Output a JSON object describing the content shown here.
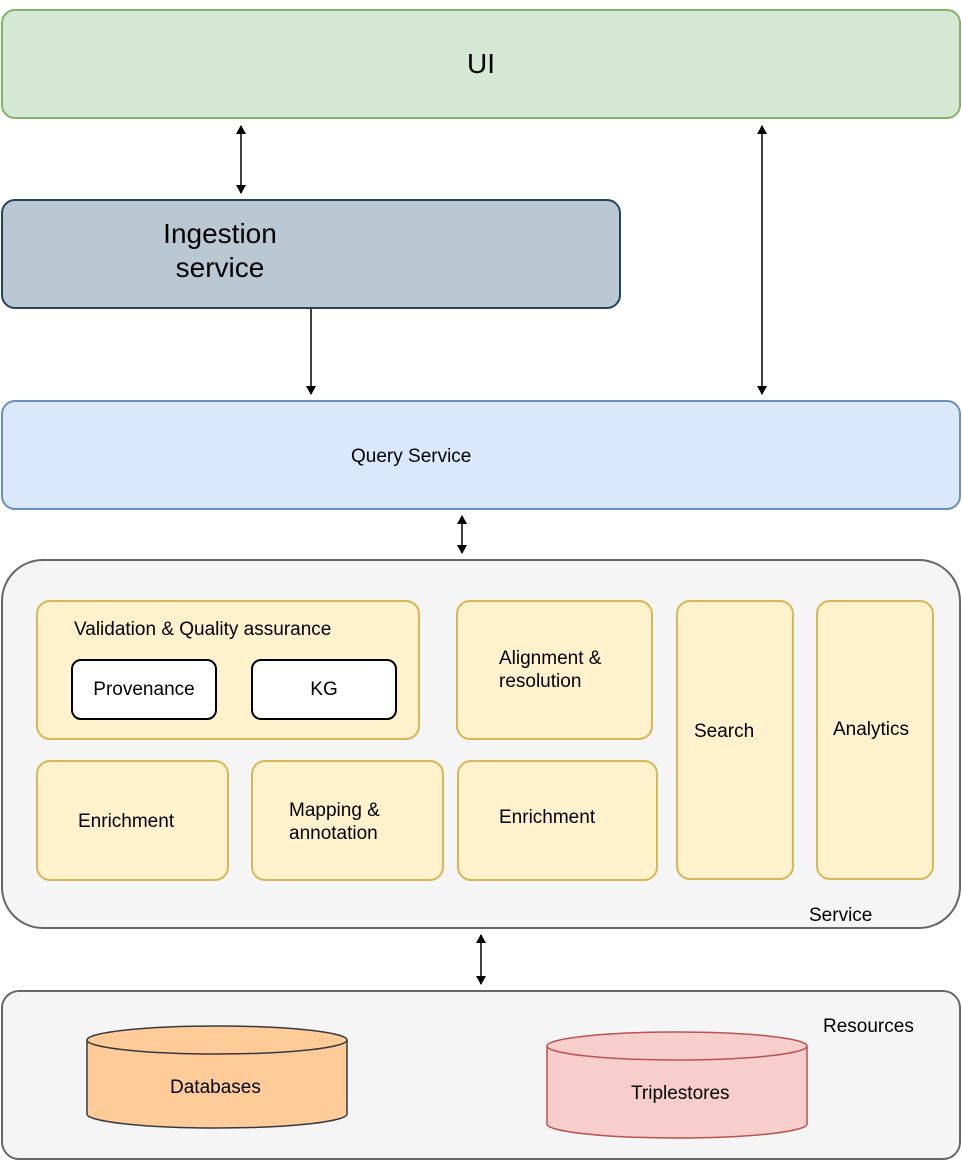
{
  "ui": {
    "label": "UI"
  },
  "ingestion": {
    "label": "Ingestion\nservice"
  },
  "query": {
    "label": "Query Service"
  },
  "service": {
    "container_label": "Service",
    "validation": {
      "label": "Validation & Quality assurance",
      "provenance": "Provenance",
      "kg": "KG"
    },
    "alignment": "Alignment &\nresolution",
    "search": "Search",
    "analytics": "Analytics",
    "enrichment_left": "Enrichment",
    "mapping": "Mapping &\nannotation",
    "enrichment_mid": "Enrichment"
  },
  "resources": {
    "container_label": "Resources",
    "databases": "Databases",
    "triplestores": "Triplestores"
  },
  "colors": {
    "ui_fill": "#d5e8d4",
    "ui_stroke": "#82b366",
    "ingestion_fill": "#bac8d3",
    "ingestion_stroke": "#23445d",
    "query_fill": "#dae8fc",
    "query_stroke": "#6c8ebf",
    "container_fill": "#f5f5f5",
    "container_stroke": "#666666",
    "module_fill": "#fff2cc",
    "module_stroke": "#d6b656",
    "databases_fill": "#ffcc99",
    "databases_stroke": "#36393d",
    "triplestores_fill": "#f8cecc",
    "triplestores_stroke": "#b85450"
  }
}
